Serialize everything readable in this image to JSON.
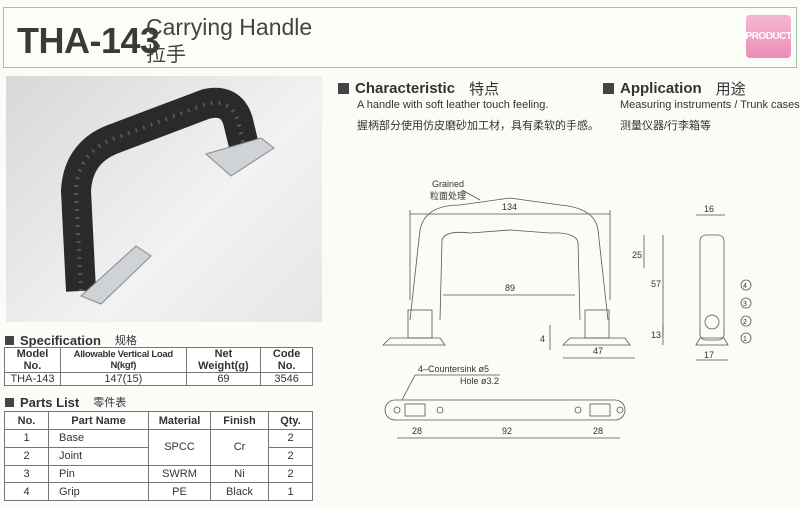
{
  "header": {
    "model": "THA-143",
    "title_en": "Carrying Handle",
    "title_zh": "拉手",
    "badge": "PRODUCT"
  },
  "characteristic": {
    "heading": "Characteristic",
    "heading_zh": "特点",
    "line_en": "A handle with soft leather touch feeling.",
    "line_zh": "握柄部分使用仿皮磨砂加工材，具有柔软的手感。"
  },
  "application": {
    "heading": "Application",
    "heading_zh": "用途",
    "line_en": "Measuring instruments / Trunk cases",
    "line_zh": "测量仪器/行李箱等"
  },
  "specification": {
    "heading": "Specification",
    "heading_zh": "规格",
    "columns": [
      "Model No.",
      "Allowable Vertical Load N(kgf)",
      "Net Weight(g)",
      "Code No."
    ],
    "row": [
      "THA-143",
      "147(15)",
      "69",
      "3546"
    ]
  },
  "parts": {
    "heading": "Parts List",
    "heading_zh": "零件表",
    "columns": [
      "No.",
      "Part Name",
      "Material",
      "Finish",
      "Qty."
    ],
    "rows": [
      {
        "no": "1",
        "name": "Base",
        "material": "SPCC",
        "finish": "Cr",
        "qty": "2"
      },
      {
        "no": "2",
        "name": "Joint",
        "material": "SPCC",
        "finish": "Cr",
        "qty": "2"
      },
      {
        "no": "3",
        "name": "Pin",
        "material": "SWRM",
        "finish": "Ni",
        "qty": "2"
      },
      {
        "no": "4",
        "name": "Grip",
        "material": "PE",
        "finish": "Black",
        "qty": "1"
      }
    ]
  },
  "drawing": {
    "grained": "Grained",
    "grained_zh": "粒面处理",
    "dims": {
      "width": "134",
      "inner": "89",
      "grip_h": "25",
      "height": "57",
      "base_h": "13",
      "base_t": "4",
      "base_w": "47",
      "side_w": "16",
      "side_base": "17",
      "hole_pitch": "28",
      "span": "92",
      "hole_pitch2": "28"
    },
    "countersink": "4–Countersink ø5",
    "hole": "Hole ø3.2",
    "callouts": [
      "4",
      "3",
      "2",
      "1"
    ]
  },
  "colors": {
    "border": "#9cc4b4",
    "badge": "#eb8fb7"
  }
}
